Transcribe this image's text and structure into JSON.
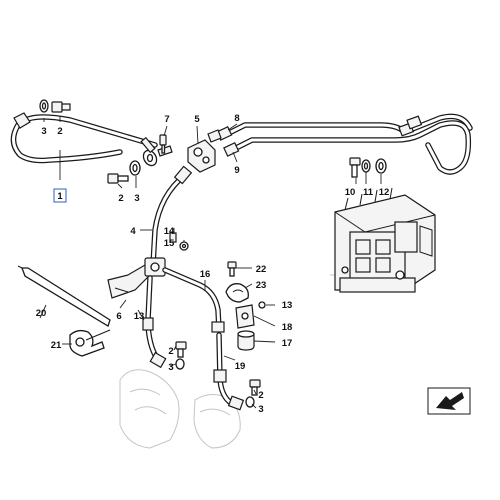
{
  "labels": {
    "p1": "1",
    "p2a": "2",
    "p2b": "2",
    "p3a": "3",
    "p3b": "3",
    "p3c": "3",
    "p3d": "3",
    "p4": "4",
    "p5": "5",
    "p6": "6",
    "p7": "7",
    "p8": "8",
    "p9": "9",
    "p10": "10",
    "p11": "11",
    "p12": "12",
    "p13a": "13",
    "p13b": "13",
    "p14": "14",
    "p15": "15",
    "p16": "16",
    "p17": "17",
    "p18": "18",
    "p19": "19",
    "p20": "20",
    "p21": "21",
    "p22": "22",
    "p23": "23"
  },
  "colors": {
    "selected_part_outline": "#2d5fb8",
    "line_art": "#1a1a1a"
  },
  "icons": {
    "corner": "next-page-arrow-icon"
  }
}
